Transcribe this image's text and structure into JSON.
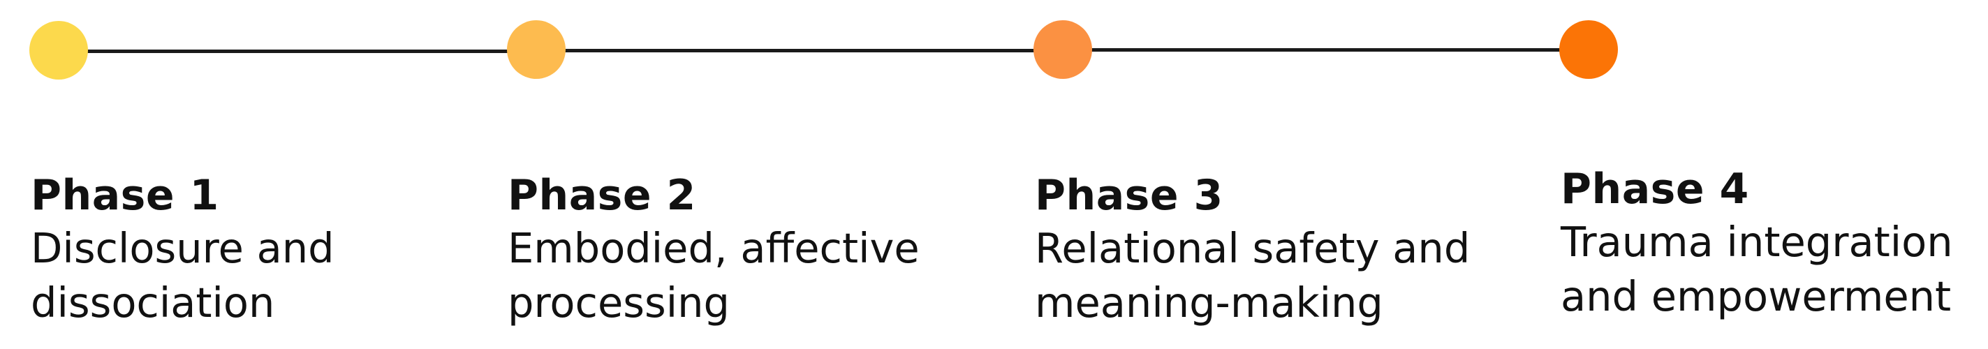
{
  "phases": [
    {
      "title": "Phase 1",
      "description": "Disclosure and\ndissociation",
      "color": "#FCD94C"
    },
    {
      "title": "Phase 2",
      "description": "Embodied, affective\nprocessing",
      "color": "#FDBB4F"
    },
    {
      "title": "Phase 3",
      "description": "Relational safety and\nmeaning-making",
      "color": "#FB9142"
    },
    {
      "title": "Phase 4",
      "description": "Trauma integration\nand empowerment",
      "color": "#FB7406"
    }
  ]
}
